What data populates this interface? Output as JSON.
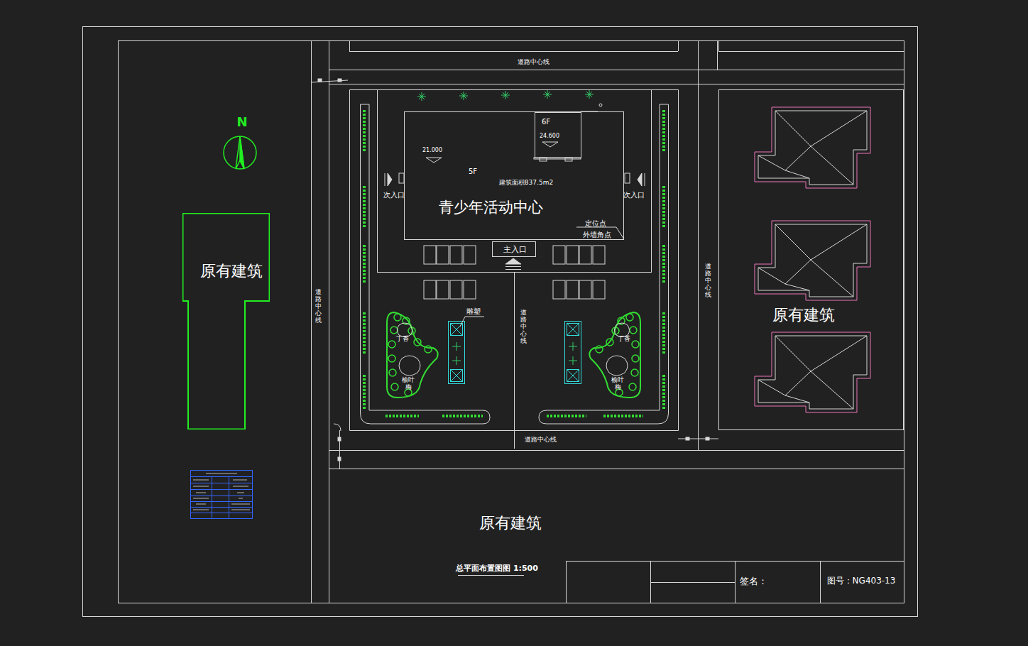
{
  "diagram": {
    "title": "总平面布置图图 1:500",
    "nodes": [
      {
        "text": [
          "21.000",
          "5F",
          "建筑面积837.5m2",
          "青少年活动中心",
          "定位点",
          "外墙角点"
        ]
      },
      {
        "text": [
          "6F",
          "24.600"
        ],
        "in": 0
      },
      {
        "text": [
          "主入口"
        ]
      },
      {
        "text": [
          "原有建筑"
        ]
      },
      {
        "text": [
          "原有建筑"
        ]
      },
      {
        "text": [
          "原有建筑"
        ]
      }
    ],
    "labels": [
      "道路中心线",
      "道路中心线",
      "道路中心线",
      "道路中心线",
      "道路中心线",
      "N",
      "次入口",
      "次入口",
      "雕塑",
      "丁香",
      "榆叶梅",
      "丁香",
      "榆叶梅",
      "签名：",
      "图号：NG403-13"
    ]
  }
}
